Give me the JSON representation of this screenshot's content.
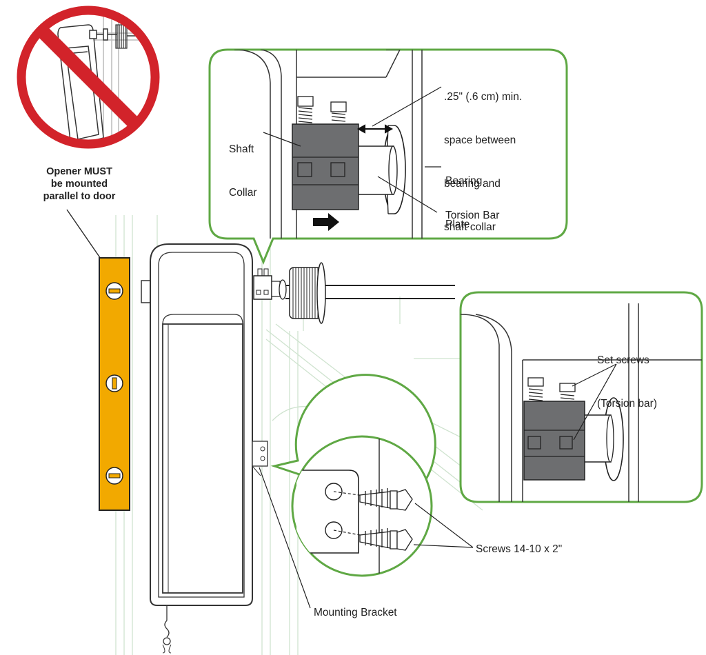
{
  "warning": {
    "line1": "Opener MUST",
    "line2": "be mounted",
    "line3": "parallel to door"
  },
  "labels": {
    "spacing_line1": ".25\" (.6 cm) min.",
    "spacing_line2": "space between",
    "spacing_line3": "bearing and",
    "spacing_line4": "shaft collar",
    "shaft_collar_line1": "Shaft",
    "shaft_collar_line2": "Collar",
    "bearing_plate_line1": "Bearing",
    "bearing_plate_line2": "Plate",
    "torsion_bar": "Torsion Bar",
    "set_screws_line1": "Set screws",
    "set_screws_line2": "(Torsion bar)",
    "screws": "Screws 14-10 x 2\"",
    "mounting_bracket": "Mounting Bracket"
  },
  "colors": {
    "callout_border": "#5fa844",
    "prohibition_red": "#d2232a",
    "level_orange": "#f2a900",
    "collar_gray": "#6d6e70",
    "ghost_green": "#cfe3cf"
  }
}
